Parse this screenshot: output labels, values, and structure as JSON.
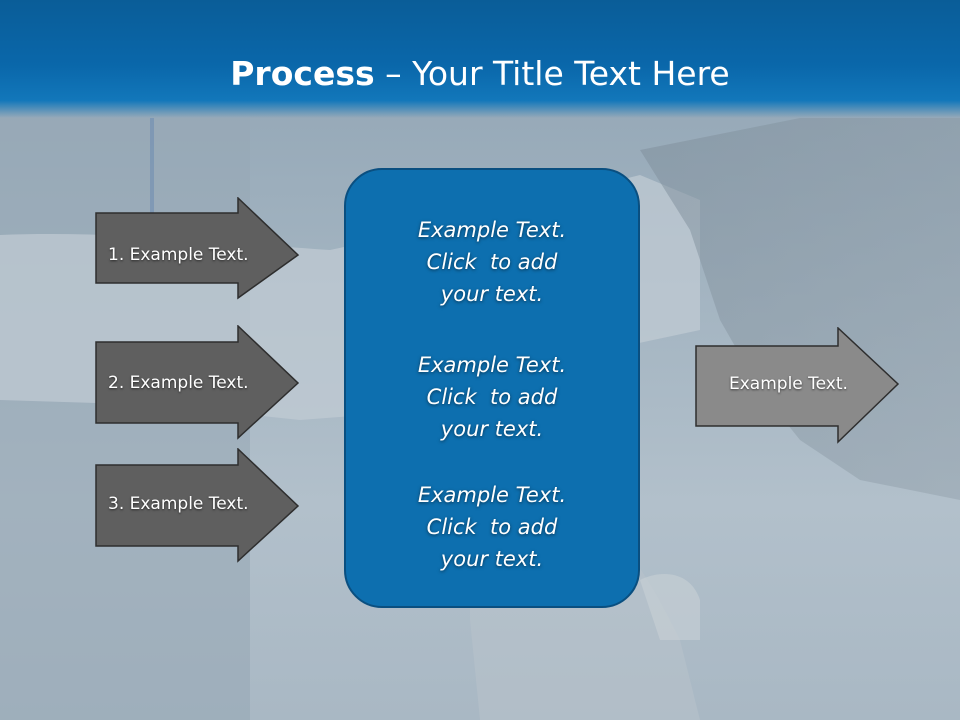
{
  "slide": {
    "title_bold": "Process",
    "title_rest": " – Your Title Text Here",
    "left_arrows": [
      {
        "label": "1. Example Text."
      },
      {
        "label": "2. Example Text."
      },
      {
        "label": "3. Example Text."
      }
    ],
    "center_blocks": [
      {
        "line1": "Example Text.",
        "line2": "Click  to add",
        "line3": "your text."
      },
      {
        "line1": "Example Text.",
        "line2": "Click  to add",
        "line3": "your text."
      },
      {
        "line1": "Example Text.",
        "line2": "Click  to add",
        "line3": "your text."
      }
    ],
    "right_arrow": {
      "label": "Example Text."
    }
  },
  "colors": {
    "header_blue": "#0a67aa",
    "center_box_blue": "#0d6faf",
    "dark_arrow": "#5f5f5f",
    "light_arrow": "#8a8a8a",
    "arrow_stroke": "#2e2e2e"
  },
  "background": {
    "image": "handshake-photo"
  }
}
